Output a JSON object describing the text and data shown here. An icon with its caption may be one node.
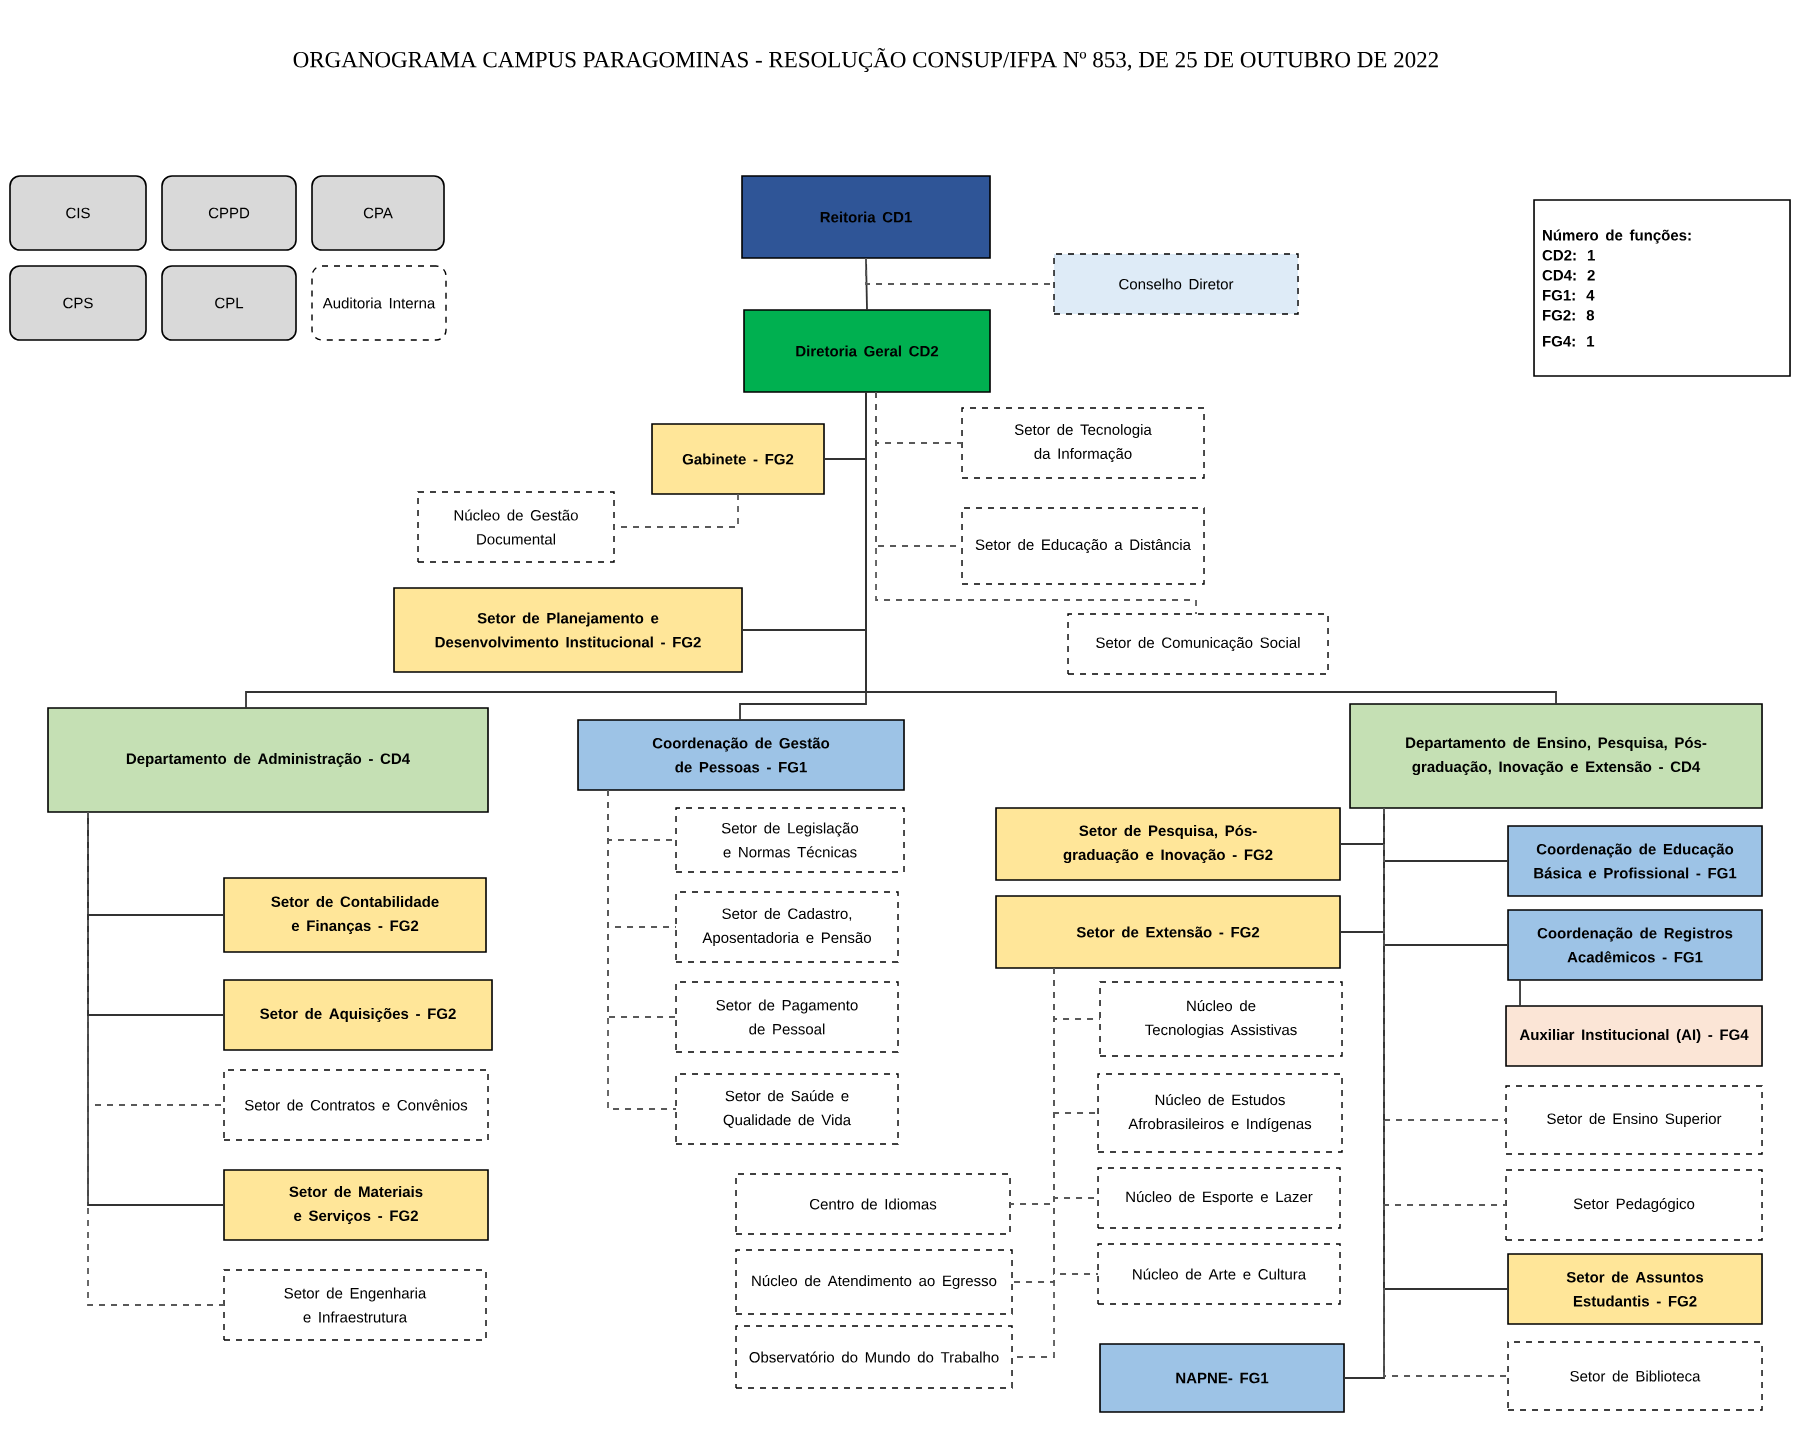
{
  "diagram": {
    "title": "ORGANOGRAMA CAMPUS PARAGOMINAS - RESOLUÇÃO CONSUP/IFPA Nº 853, DE 25 DE OUTUBRO DE 2022",
    "nodes": [
      {
        "text": [
          "CIS"
        ]
      },
      {
        "text": [
          "CPPD"
        ]
      },
      {
        "text": [
          "CPA"
        ]
      },
      {
        "text": [
          "CPS"
        ]
      },
      {
        "text": [
          "CPL"
        ]
      },
      {
        "text": [
          "Auditoria Interna"
        ]
      },
      {
        "text": [
          "Reitoria CD1"
        ]
      },
      {
        "text": [
          "Conselho Diretor"
        ]
      },
      {
        "text": [
          "Diretoria Geral CD2"
        ]
      },
      {
        "text": [
          "Gabinete - FG2"
        ]
      },
      {
        "text": [
          "Setor de Tecnologia da Informação"
        ]
      },
      {
        "text": [
          "Núcleo de Gestão Documental"
        ]
      },
      {
        "text": [
          "Setor de Educação a Distância"
        ]
      },
      {
        "text": [
          "Setor de Planejamento e Desenvolvimento Institucional - FG2"
        ]
      },
      {
        "text": [
          "Setor de Comunicação Social"
        ]
      },
      {
        "text": [
          "Departamento de Administração - CD4"
        ]
      },
      {
        "text": [
          "Coordenação de Gestão de Pessoas - FG1"
        ]
      },
      {
        "text": [
          "Departamento de Ensino, Pesquisa, Pós-graduação, Inovação e Extensão - CD4"
        ]
      },
      {
        "text": [
          "Setor de Contabilidade e Finanças - FG2"
        ]
      },
      {
        "text": [
          "Setor de Aquisições - FG2"
        ]
      },
      {
        "text": [
          "Setor de Contratos e Convênios"
        ]
      },
      {
        "text": [
          "Setor de Materiais e Serviços - FG2"
        ]
      },
      {
        "text": [
          "Setor de Engenharia e Infraestrutura"
        ]
      },
      {
        "text": [
          "Setor de Legislação e Normas Técnicas"
        ]
      },
      {
        "text": [
          "Setor de Cadastro, Aposentadoria e Pensão"
        ]
      },
      {
        "text": [
          "Setor de Pagamento de Pessoal"
        ]
      },
      {
        "text": [
          "Setor de Saúde e Qualidade de Vida"
        ]
      },
      {
        "text": [
          "Setor de Pesquisa, Pós-graduação e Inovação - FG2"
        ]
      },
      {
        "text": [
          "Setor de Extensão - FG2"
        ]
      },
      {
        "text": [
          "Núcleo de Tecnologias Assistivas"
        ]
      },
      {
        "text": [
          "Núcleo de Estudos Afrobrasileiros e Indígenas"
        ]
      },
      {
        "text": [
          "Núcleo de Esporte e Lazer"
        ]
      },
      {
        "text": [
          "Núcleo de Arte e Cultura"
        ]
      },
      {
        "text": [
          "Centro de Idiomas"
        ]
      },
      {
        "text": [
          "Núcleo de Atendimento ao Egresso"
        ]
      },
      {
        "text": [
          "Observatório do Mundo do Trabalho"
        ]
      },
      {
        "text": [
          "NAPNE- FG1"
        ]
      },
      {
        "text": [
          "Coordenação de Educação Básica e Profissional - FG1"
        ]
      },
      {
        "text": [
          "Coordenação de Registros Acadêmicos - FG1"
        ]
      },
      {
        "text": [
          "Auxiliar Institucional (AI) - FG4"
        ]
      },
      {
        "text": [
          "Setor de Ensino Superior"
        ]
      },
      {
        "text": [
          "Setor Pedagógico"
        ]
      },
      {
        "text": [
          "Setor de Assuntos Estudantis - FG2"
        ]
      },
      {
        "text": [
          "Setor de Biblioteca"
        ]
      },
      {
        "text": [
          "Número de funções:",
          "CD2: 1",
          "CD4: 2",
          "FG1: 4",
          "FG2: 8",
          "FG4: 1"
        ]
      }
    ],
    "edges": [
      {
        "from": 6,
        "to": 8,
        "arrow": "none"
      },
      {
        "from": 6,
        "to": 7,
        "arrow": "none",
        "style": "dashed"
      },
      {
        "from": 8,
        "to": 9,
        "arrow": "none"
      },
      {
        "from": 8,
        "to": 10,
        "arrow": "none",
        "style": "dashed"
      },
      {
        "from": 9,
        "to": 11,
        "arrow": "none",
        "style": "dashed"
      },
      {
        "from": 8,
        "to": 12,
        "arrow": "none",
        "style": "dashed"
      },
      {
        "from": 8,
        "to": 13,
        "arrow": "none"
      },
      {
        "from": 8,
        "to": 14,
        "arrow": "none",
        "style": "dashed"
      },
      {
        "from": 8,
        "to": 15,
        "arrow": "none"
      },
      {
        "from": 8,
        "to": 16,
        "arrow": "none"
      },
      {
        "from": 8,
        "to": 17,
        "arrow": "none"
      },
      {
        "from": 15,
        "to": 18,
        "arrow": "none"
      },
      {
        "from": 15,
        "to": 19,
        "arrow": "none"
      },
      {
        "from": 15,
        "to": 20,
        "arrow": "none",
        "style": "dashed"
      },
      {
        "from": 15,
        "to": 21,
        "arrow": "none"
      },
      {
        "from": 15,
        "to": 22,
        "arrow": "none",
        "style": "dashed"
      },
      {
        "from": 16,
        "to": 23,
        "arrow": "none",
        "style": "dashed"
      },
      {
        "from": 16,
        "to": 24,
        "arrow": "none",
        "style": "dashed"
      },
      {
        "from": 16,
        "to": 25,
        "arrow": "none",
        "style": "dashed"
      },
      {
        "from": 16,
        "to": 26,
        "arrow": "none",
        "style": "dashed"
      },
      {
        "from": 17,
        "to": 27,
        "arrow": "none"
      },
      {
        "from": 17,
        "to": 28,
        "arrow": "none"
      },
      {
        "from": 28,
        "to": 29,
        "arrow": "none",
        "style": "dashed"
      },
      {
        "from": 28,
        "to": 30,
        "arrow": "none",
        "style": "dashed"
      },
      {
        "from": 28,
        "to": 31,
        "arrow": "none",
        "style": "dashed"
      },
      {
        "from": 28,
        "to": 32,
        "arrow": "none",
        "style": "dashed"
      },
      {
        "from": 28,
        "to": 33,
        "arrow": "none",
        "style": "dashed"
      },
      {
        "from": 28,
        "to": 34,
        "arrow": "none",
        "style": "dashed"
      },
      {
        "from": 28,
        "to": 35,
        "arrow": "none",
        "style": "dashed"
      },
      {
        "from": 17,
        "to": 36,
        "arrow": "none"
      },
      {
        "from": 17,
        "to": 37,
        "arrow": "none"
      },
      {
        "from": 17,
        "to": 38,
        "arrow": "none"
      },
      {
        "from": 38,
        "to": 39,
        "arrow": "none"
      },
      {
        "from": 17,
        "to": 40,
        "arrow": "none",
        "style": "dashed"
      },
      {
        "from": 17,
        "to": 41,
        "arrow": "none",
        "style": "dashed"
      },
      {
        "from": 17,
        "to": 42,
        "arrow": "none"
      },
      {
        "from": 17,
        "to": 43,
        "arrow": "none",
        "style": "dashed"
      }
    ]
  }
}
